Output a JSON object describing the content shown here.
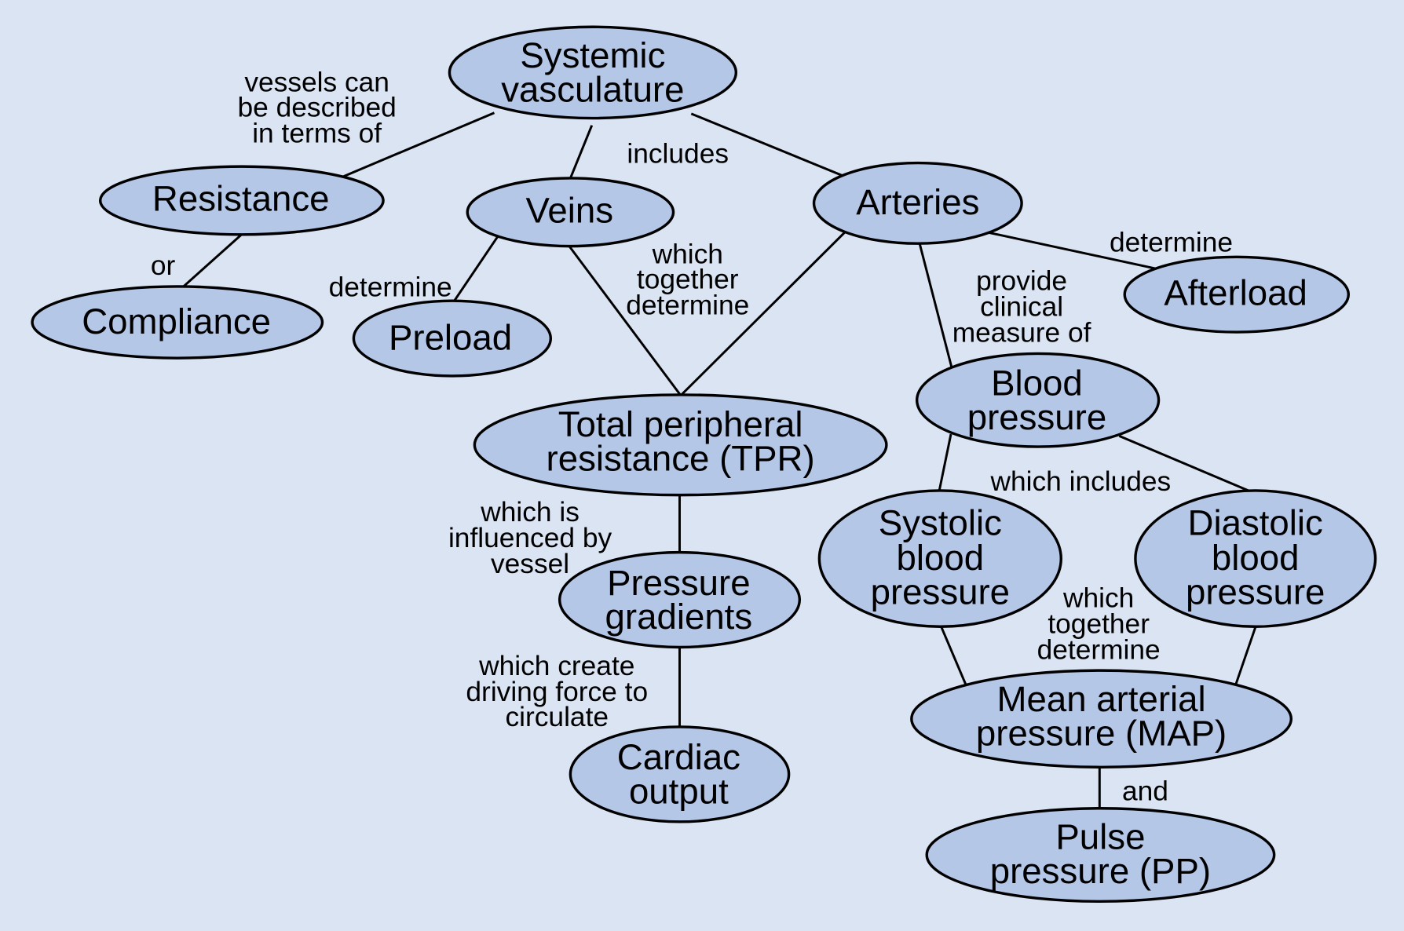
{
  "colors": {
    "background": "#dae4f2",
    "node_fill": "#b4c7e7",
    "stroke": "#000000",
    "text": "#000000"
  },
  "nodes": {
    "systemic_vasculature": [
      "Systemic",
      "vasculature"
    ],
    "resistance": [
      "Resistance"
    ],
    "compliance": [
      "Compliance"
    ],
    "veins": [
      "Veins"
    ],
    "preload": [
      "Preload"
    ],
    "arteries": [
      "Arteries"
    ],
    "afterload": [
      "Afterload"
    ],
    "blood_pressure": [
      "Blood",
      "pressure"
    ],
    "total_peripheral_resistance": [
      "Total peripheral",
      "resistance (TPR)"
    ],
    "pressure_gradients": [
      "Pressure",
      "gradients"
    ],
    "cardiac_output": [
      "Cardiac",
      "output"
    ],
    "systolic_blood_pressure": [
      "Systolic",
      "blood",
      "pressure"
    ],
    "diastolic_blood_pressure": [
      "Diastolic",
      "blood",
      "pressure"
    ],
    "mean_arterial_pressure": [
      "Mean arterial",
      "pressure (MAP)"
    ],
    "pulse_pressure": [
      "Pulse",
      "pressure (PP)"
    ]
  },
  "edge_labels": {
    "systemic_to_resistance": [
      "vessels can",
      "be described",
      "in terms of"
    ],
    "systemic_to_veins_arteries": [
      "includes"
    ],
    "resistance_to_compliance": [
      "or"
    ],
    "veins_to_preload": [
      "determine"
    ],
    "veins_arteries_to_tpr": [
      "which",
      "together",
      "determine"
    ],
    "arteries_to_afterload": [
      "determine"
    ],
    "arteries_to_blood_pressure": [
      "provide",
      "clinical",
      "measure of"
    ],
    "blood_pressure_to_components": [
      "which includes"
    ],
    "tpr_to_pressure_gradients": [
      "which is",
      "influenced by",
      "vessel"
    ],
    "pressure_gradients_to_cardiac_output": [
      "which create",
      "driving force to",
      "circulate"
    ],
    "systolic_diastolic_to_map": [
      "which",
      "together",
      "determine"
    ],
    "map_to_pulse_pressure": [
      "and"
    ]
  }
}
